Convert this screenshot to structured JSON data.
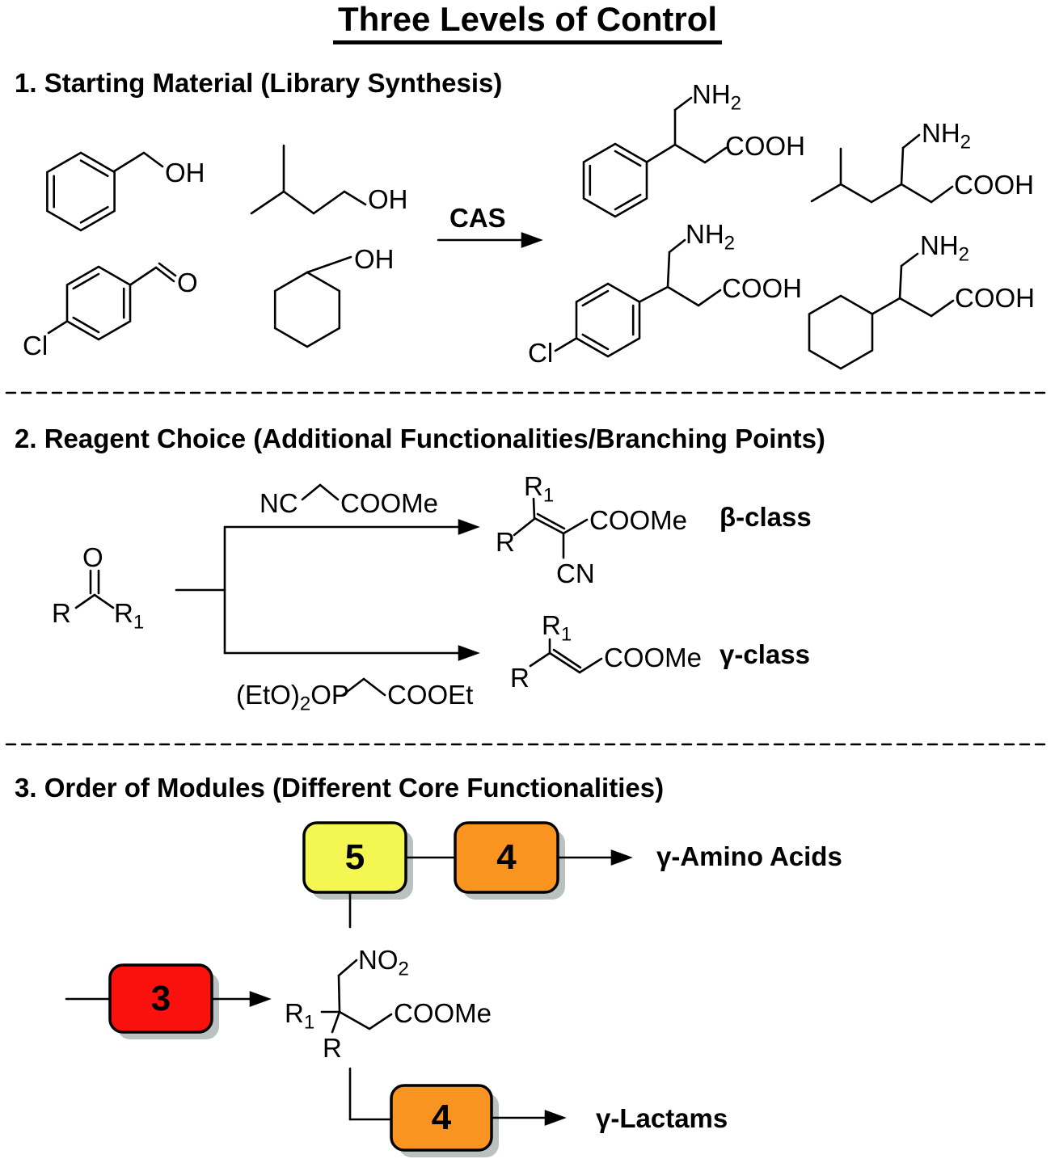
{
  "title": "Three Levels of Control",
  "section1": {
    "heading": "1. Starting Material (Library Synthesis)",
    "cas_label": "CAS",
    "labels": {
      "oh": "OH",
      "o": "O",
      "cl": "Cl",
      "nh": "NH",
      "nh_sub": "2",
      "cooh": "COOH"
    }
  },
  "section2": {
    "heading": "2. Reagent Choice (Additional Functionalities/Branching Points)",
    "labels": {
      "o": "O",
      "r": "R",
      "r1": "R",
      "r1_sub": "1",
      "nc": "NC",
      "coome": "COOMe",
      "phos_a": "(EtO)",
      "phos_sub": "2",
      "phos_b": "OP",
      "cooet": "COOEt",
      "cn": "CN",
      "beta_class": "β-class",
      "gamma_class": "γ-class"
    }
  },
  "section3": {
    "heading": "3. Order of Modules (Different Core Functionalities)",
    "module5": "5",
    "module4": "4",
    "module3": "3",
    "module4b": "4",
    "gamma_amino_acids": "γ-Amino Acids",
    "gamma_lactams": "γ-Lactams",
    "labels": {
      "no": "NO",
      "no_sub": "2",
      "r": "R",
      "r1": "R",
      "r1_sub": "1",
      "coome": "COOMe"
    },
    "colors": {
      "module5_fill": "#F4F751",
      "module4_fill": "#F8941F",
      "module3_fill": "#FA100D",
      "shadow": "#B9C1C1"
    }
  }
}
